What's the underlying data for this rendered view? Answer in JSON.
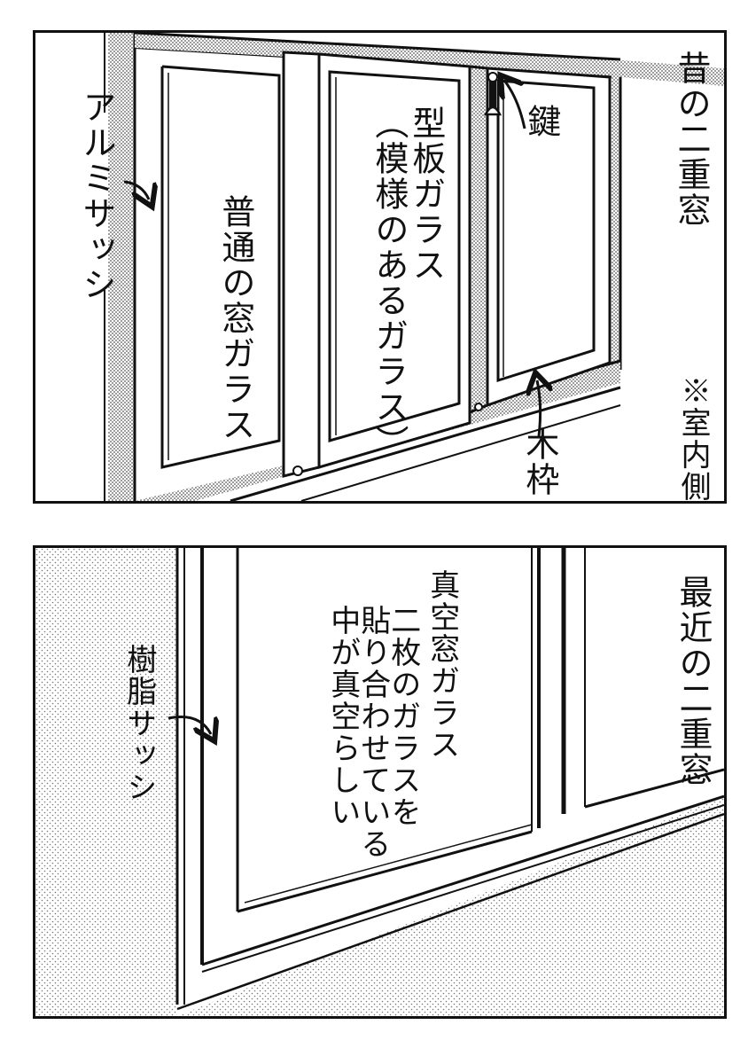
{
  "panels": [
    {
      "id": "old-double-window",
      "title": "昔の二重窓",
      "note": "※室内側",
      "labels": {
        "aluminum_sash": "アルミサッシ",
        "regular_glass": "普通の窓ガラス",
        "patterned_glass_line1": "型板ガラス",
        "patterned_glass_line2": "（模様のあるガラス）",
        "lock": "鍵",
        "wood_frame": "木枠"
      }
    },
    {
      "id": "recent-double-window",
      "title": "最近の二重窓",
      "labels": {
        "resin_sash": "樹脂サッシ",
        "vacuum_glass": "真空窓ガラス",
        "vacuum_desc_line1": "二枚のガラスを",
        "vacuum_desc_line2": "貼り合わせている",
        "vacuum_desc_line3": "中が真空らしい"
      }
    }
  ],
  "colors": {
    "ink": "#111111",
    "paper": "#ffffff",
    "screentone": "#9a9a9a"
  }
}
